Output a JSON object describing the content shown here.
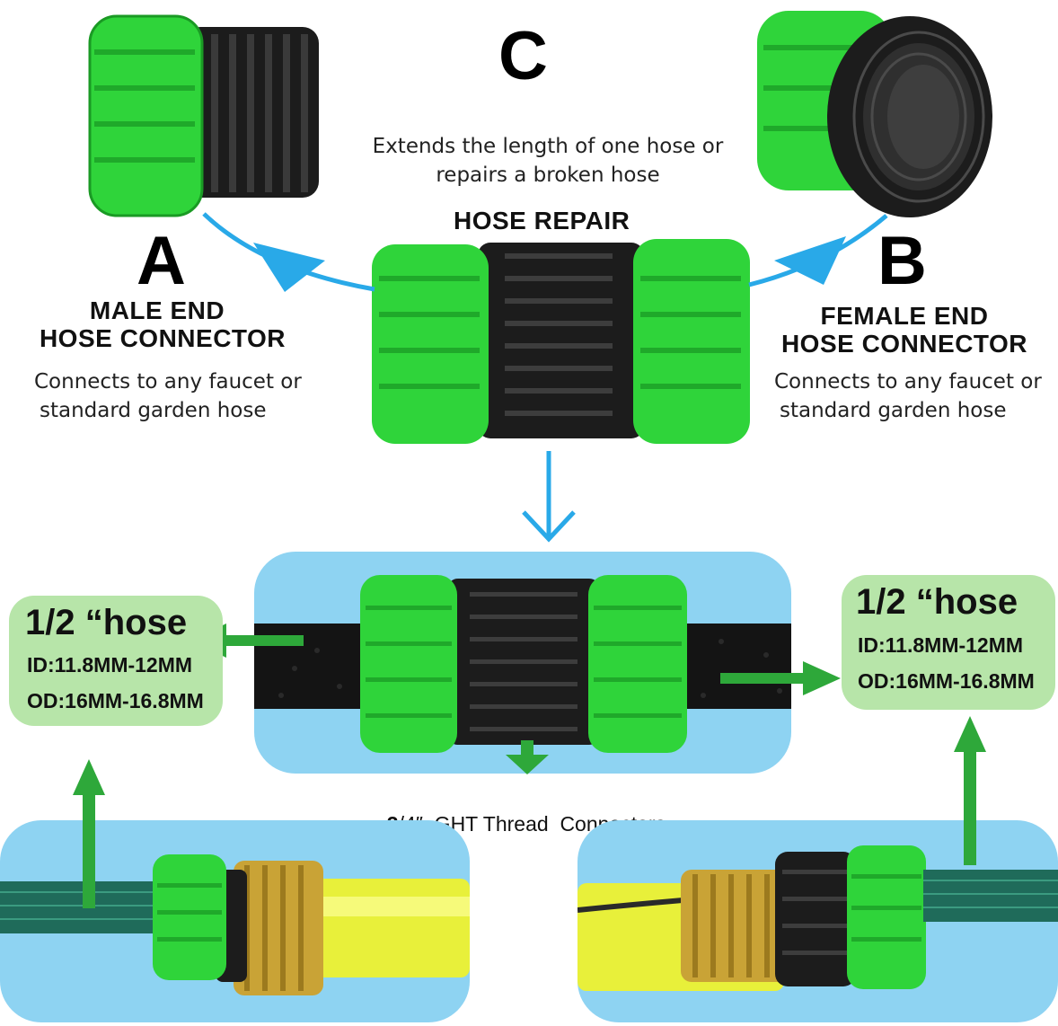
{
  "connector_c": {
    "letter": "C",
    "description_line1": "Extends the length of one hose or",
    "description_line2": "repairs a broken hose",
    "heading": "HOSE REPAIR"
  },
  "connector_a": {
    "letter": "A",
    "heading_line1": "MALE END",
    "heading_line2": "HOSE CONNECTOR",
    "description_line1": "Connects to any faucet or",
    "description_line2": "standard garden hose"
  },
  "connector_b": {
    "letter": "B",
    "heading_line1": "FEMALE END",
    "heading_line2": "HOSE CONNECTOR",
    "description_line1": "Connects to any faucet or",
    "description_line2": "standard garden hose"
  },
  "spec_left": {
    "title": "1/2 “hose",
    "inner_diameter": "ID:11.8MM-12MM",
    "outer_diameter": "OD:16MM-16.8MM"
  },
  "spec_right": {
    "title": "1/2 “hose",
    "inner_diameter": "ID:11.8MM-12MM",
    "outer_diameter": "OD:16MM-16.8MM"
  },
  "thread_caption": {
    "bold_part": "3",
    "rest": "/4″  GHT Thread  Connectors"
  },
  "colors": {
    "connector_green": "#2fd43a",
    "connector_black": "#1c1c1c",
    "arrow_blue": "#29a9e8",
    "arrow_green": "#2ea83a",
    "badge_green": "#b7e5a9",
    "panel_blue": "#8ed3f2",
    "brass": "#c9a336",
    "yellow_hose": "#e8f03a",
    "garden_hose": "#1f6b5a"
  },
  "icons": [
    "arrow-right-icon",
    "arrow-left-icon",
    "arrow-down-icon",
    "arrow-up-icon"
  ]
}
